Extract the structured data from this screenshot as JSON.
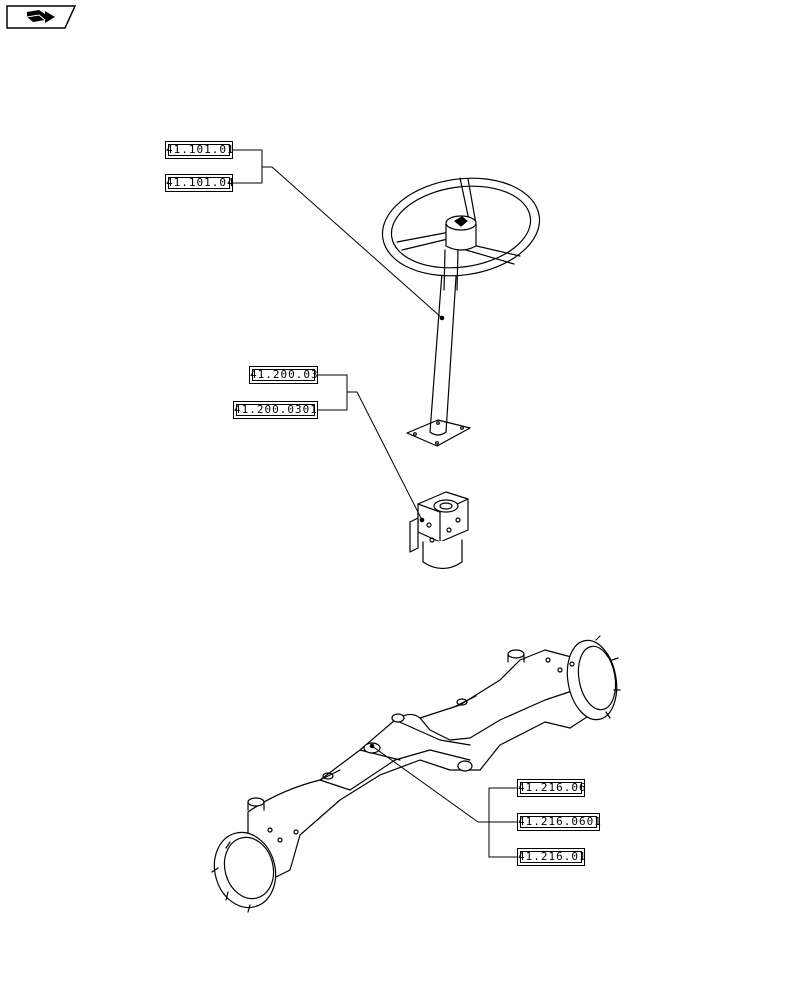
{
  "nav": {
    "icon": "book-arrow-icon"
  },
  "groups": {
    "steering_column": {
      "refs": [
        "41.101.01",
        "41.101.04"
      ]
    },
    "steering_pump": {
      "refs": [
        "41.200.03",
        "41.200.0301"
      ]
    },
    "front_axle": {
      "refs": [
        "41.216.06",
        "41.216.0601",
        "41.216.01"
      ]
    }
  }
}
